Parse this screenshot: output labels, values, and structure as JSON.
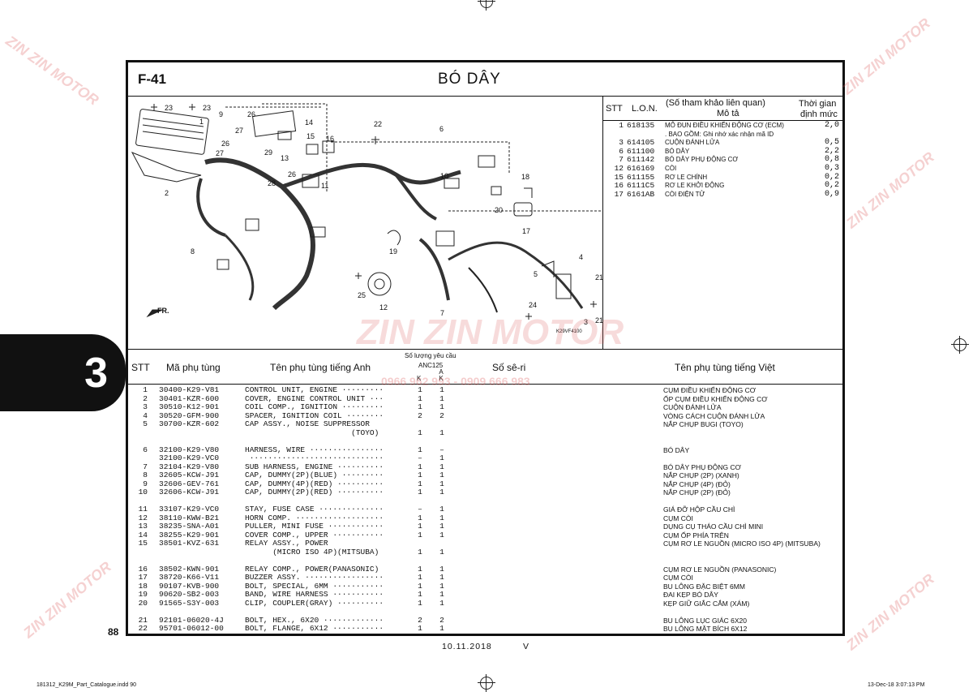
{
  "figure_code": "F-41",
  "title": "BÓ DÂY",
  "lon_header": {
    "stt": "STT",
    "lon": "L.O.N.",
    "ref": "(Số tham khảo liên quan)",
    "desc": "Mô tả",
    "time1": "Thời gian",
    "time2": "định mức"
  },
  "lon_rows": [
    {
      "stt": "1",
      "code": "618135",
      "desc": "MÔ ĐUN ĐIỀU KHIỂN ĐỘNG CƠ (ECM)",
      "val": "2,0"
    },
    {
      "stt": "",
      "code": "",
      "desc": ". BAO GỒM: Ghi nhớ xác nhận mã ID",
      "val": ""
    },
    {
      "stt": "3",
      "code": "614105",
      "desc": "CUỘN ĐÁNH LỬA",
      "val": "0,5"
    },
    {
      "stt": "6",
      "code": "611100",
      "desc": "BÓ DÂY",
      "val": "2,2"
    },
    {
      "stt": "7",
      "code": "611142",
      "desc": "BÓ DÂY PHỤ ĐỘNG CƠ",
      "val": "0,8"
    },
    {
      "stt": "12",
      "code": "616169",
      "desc": "CÒI",
      "val": "0,3"
    },
    {
      "stt": "15",
      "code": "611155",
      "desc": "RƠ LE CHÍNH",
      "val": "0,2"
    },
    {
      "stt": "16",
      "code": "6111C5",
      "desc": "RƠ LE KHỞI ĐỘNG",
      "val": "0,2"
    },
    {
      "stt": "17",
      "code": "6161AB",
      "desc": "CÒI ĐIỆN TỬ",
      "val": "0,9"
    }
  ],
  "parts_header": {
    "stt": "STT",
    "part_no": "Mã phụ tùng",
    "name_en": "Tên phụ tùng tiếng Anh",
    "qty": "Số lượng yêu cầu",
    "model": "ANC125",
    "col1": "K",
    "col2": "A K",
    "serial": "Số sê-ri",
    "name_vn": "Tên phụ tùng tiếng Việt"
  },
  "parts": [
    {
      "stt": "1",
      "pn": "30400-K29-V81",
      "en": "CONTROL UNIT, ENGINE ·········",
      "k1": "1",
      "k2": "1",
      "vn": "CỤM ĐIỀU KHIỂN ĐỘNG CƠ"
    },
    {
      "stt": "2",
      "pn": "30401-KZR-600",
      "en": "COVER, ENGINE CONTROL UNIT ···",
      "k1": "1",
      "k2": "1",
      "vn": "ỐP CỤM ĐIỀU KHIỂN ĐỘNG CƠ"
    },
    {
      "stt": "3",
      "pn": "30510-K12-901",
      "en": "COIL COMP., IGNITION ·········",
      "k1": "1",
      "k2": "1",
      "vn": "CUỘN ĐÁNH LỬA"
    },
    {
      "stt": "4",
      "pn": "30520-GFM-900",
      "en": "SPACER, IGNITION COIL ········",
      "k1": "2",
      "k2": "2",
      "vn": "VÒNG CÁCH CUỘN ĐÁNH LỬA"
    },
    {
      "stt": "5",
      "pn": "30700-KZR-602",
      "en": "CAP ASSY., NOISE SUPPRESSOR",
      "k1": "",
      "k2": "",
      "vn": "NẮP CHỤP BUGI (TOYO)"
    },
    {
      "stt": "",
      "pn": "",
      "en": "                       (TOYO)",
      "k1": "1",
      "k2": "1",
      "vn": ""
    },
    {
      "stt": "6",
      "pn": "32100-K29-V80",
      "en": "HARNESS, WIRE ················",
      "k1": "1",
      "k2": "–",
      "vn": "BÓ DÂY"
    },
    {
      "stt": "",
      "pn": "32100-K29-VC0",
      "en": " ·····························",
      "k1": "–",
      "k2": "1",
      "vn": ""
    },
    {
      "stt": "7",
      "pn": "32104-K29-V80",
      "en": "SUB HARNESS, ENGINE ··········",
      "k1": "1",
      "k2": "1",
      "vn": "BÓ DÂY PHỤ ĐỘNG CƠ"
    },
    {
      "stt": "8",
      "pn": "32605-KCW-J91",
      "en": "CAP, DUMMY(2P)(BLUE) ·········",
      "k1": "1",
      "k2": "1",
      "vn": "NẮP CHỤP (2P) (XANH)"
    },
    {
      "stt": "9",
      "pn": "32606-GEV-761",
      "en": "CAP, DUMMY(4P)(RED) ··········",
      "k1": "1",
      "k2": "1",
      "vn": "NẮP CHỤP (4P) (ĐỎ)"
    },
    {
      "stt": "10",
      "pn": "32606-KCW-J91",
      "en": "CAP, DUMMY(2P)(RED) ··········",
      "k1": "1",
      "k2": "1",
      "vn": "NẮP CHỤP (2P) (ĐỎ)"
    },
    {
      "stt": "11",
      "pn": "33107-K29-VC0",
      "en": "STAY, FUSE CASE ··············",
      "k1": "–",
      "k2": "1",
      "vn": "GIÁ ĐỠ HỘP CẦU CHÌ"
    },
    {
      "stt": "12",
      "pn": "38110-KWW-B21",
      "en": "HORN COMP. ···················",
      "k1": "1",
      "k2": "1",
      "vn": "CỤM CÒI"
    },
    {
      "stt": "13",
      "pn": "38235-SNA-A01",
      "en": "PULLER, MINI FUSE ············",
      "k1": "1",
      "k2": "1",
      "vn": "DỤNG CỤ THÁO CẦU CHÌ MINI"
    },
    {
      "stt": "14",
      "pn": "38255-K29-901",
      "en": "COVER COMP., UPPER ···········",
      "k1": "1",
      "k2": "1",
      "vn": "CỤM ỐP PHÍA TRÊN"
    },
    {
      "stt": "15",
      "pn": "38501-KVZ-631",
      "en": "RELAY ASSY., POWER",
      "k1": "",
      "k2": "",
      "vn": "CỤM RƠ LE NGUỒN (MICRO ISO 4P) (MITSUBA)"
    },
    {
      "stt": "",
      "pn": "",
      "en": "      (MICRO ISO 4P)(MITSUBA)",
      "k1": "1",
      "k2": "1",
      "vn": ""
    },
    {
      "stt": "16",
      "pn": "38502-KWN-901",
      "en": "RELAY COMP., POWER(PANASONIC)",
      "k1": "1",
      "k2": "1",
      "vn": "CỤM RƠ LE NGUỒN (PANASONIC)"
    },
    {
      "stt": "17",
      "pn": "38720-K66-V11",
      "en": "BUZZER ASSY. ·················",
      "k1": "1",
      "k2": "1",
      "vn": "CỤM CÒI"
    },
    {
      "stt": "18",
      "pn": "90107-KVB-900",
      "en": "BOLT, SPECIAL, 6MM ···········",
      "k1": "1",
      "k2": "1",
      "vn": "BU LÔNG ĐẶC BIỆT 6MM"
    },
    {
      "stt": "19",
      "pn": "90620-SB2-003",
      "en": "BAND, WIRE HARNESS ···········",
      "k1": "1",
      "k2": "1",
      "vn": "ĐAI KẸP BÓ DÂY"
    },
    {
      "stt": "20",
      "pn": "91565-S3Y-003",
      "en": "CLIP, COUPLER(GRAY) ··········",
      "k1": "1",
      "k2": "1",
      "vn": "KẸP GIỮ GIẮC CẮM (XÁM)"
    },
    {
      "stt": "21",
      "pn": "92101-06020-4J",
      "en": "BOLT, HEX., 6X20 ·············",
      "k1": "2",
      "k2": "2",
      "vn": "BU LÔNG LỤC GIÁC 6X20"
    },
    {
      "stt": "22",
      "pn": "95701-06012-00",
      "en": "BOLT, FLANGE, 6X12 ···········",
      "k1": "1",
      "k2": "1",
      "vn": "BU LÔNG MẶT BÍCH 6X12"
    }
  ],
  "diagram_labels": [
    "23",
    "23",
    "1",
    "9",
    "26",
    "14",
    "27",
    "26",
    "27",
    "29",
    "13",
    "15",
    "16",
    "22",
    "6",
    "2",
    "28",
    "26",
    "11",
    "10",
    "18",
    "20",
    "17",
    "8",
    "19",
    "4",
    "5",
    "21",
    "25",
    "12",
    "7",
    "24",
    "3",
    "21"
  ],
  "diagram_code": "K29VF4100",
  "fr_label": "FR.",
  "section_tab": "3",
  "page_number": "88",
  "date": "10.11.2018",
  "version": "V",
  "footer_left": "181312_K29M_Part_Catalogue.indd   90",
  "footer_right": "13-Dec-18   3:07:13 PM",
  "watermark": "ZIN ZIN MOTOR",
  "watermark_phone": "0966 962 993 - 0909 666 983"
}
